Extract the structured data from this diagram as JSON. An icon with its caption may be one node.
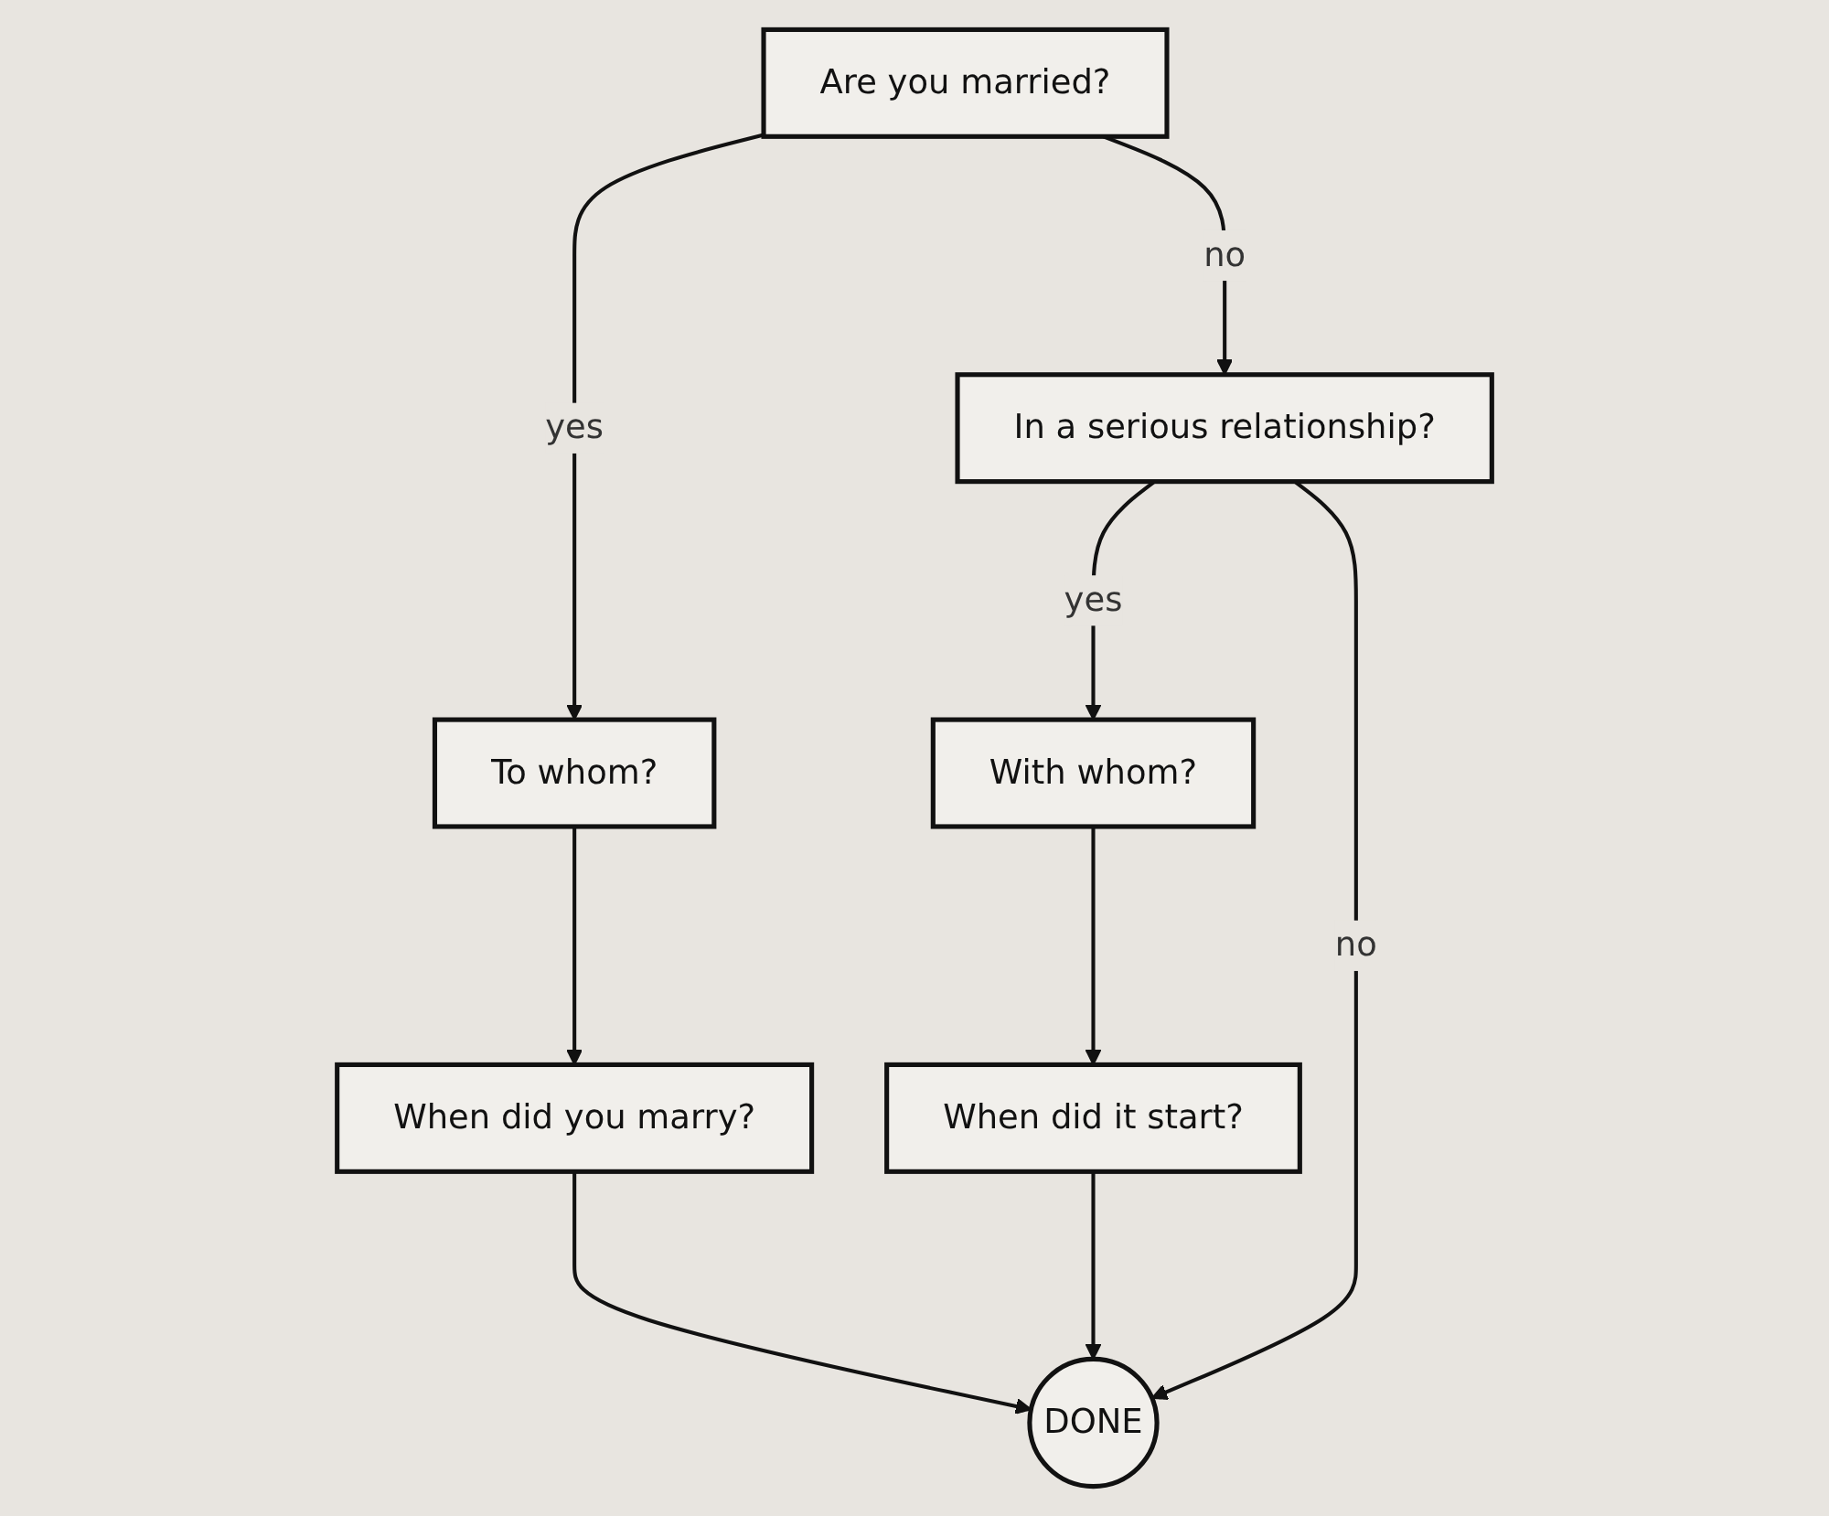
{
  "diagram": {
    "nodes": [
      {
        "text": [
          "Are you married?"
        ]
      },
      {
        "text": [
          "To whom?"
        ]
      },
      {
        "text": [
          "When did you marry?"
        ]
      },
      {
        "text": [
          "In a serious relationship?"
        ]
      },
      {
        "text": [
          "With whom?"
        ]
      },
      {
        "text": [
          "When did it start?"
        ]
      },
      {
        "text": [
          "DONE"
        ]
      }
    ],
    "edges": [
      {
        "from": 0,
        "to": 1,
        "label": "yes",
        "arrow": "to"
      },
      {
        "from": 1,
        "to": 2,
        "arrow": "to"
      },
      {
        "from": 2,
        "to": 6,
        "arrow": "to"
      },
      {
        "from": 0,
        "to": 3,
        "label": "no",
        "arrow": "to"
      },
      {
        "from": 3,
        "to": 4,
        "label": "yes",
        "arrow": "to"
      },
      {
        "from": 4,
        "to": 5,
        "arrow": "to"
      },
      {
        "from": 5,
        "to": 6,
        "arrow": "to"
      },
      {
        "from": 3,
        "to": 6,
        "label": "no",
        "arrow": "to"
      }
    ]
  }
}
